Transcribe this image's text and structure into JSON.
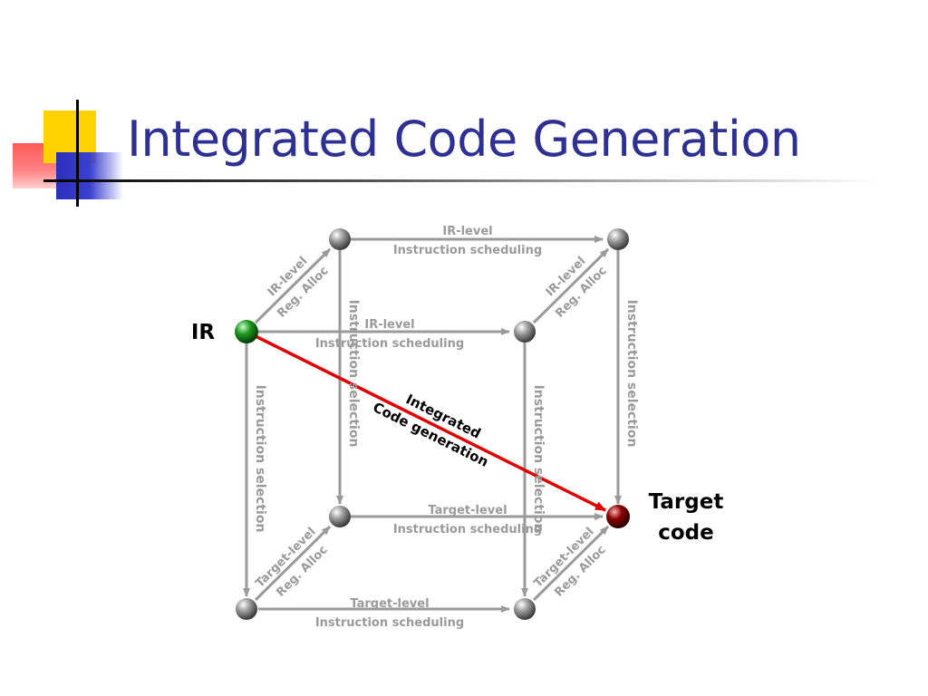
{
  "slide": {
    "title": "Integrated Code Generation"
  },
  "diagram": {
    "ir_label": "IR",
    "target_label_line1": "Target",
    "target_label_line2": "code",
    "top_back_line1": "IR-level",
    "top_back_line2": "Instruction scheduling",
    "top_front_line1": "IR-level",
    "top_front_line2": "Instruction scheduling",
    "bottom_back_line1": "Target-level",
    "bottom_back_line2": "Instruction scheduling",
    "bottom_front_line1": "Target-level",
    "bottom_front_line2": "Instruction scheduling",
    "diag_top_left_line1": "IR-level",
    "diag_top_left_line2": "Reg. Alloc",
    "diag_top_right_line1": "IR-level",
    "diag_top_right_line2": "Reg. Alloc",
    "diag_bottom_left_line1": "Target-level",
    "diag_bottom_left_line2": "Reg. Alloc",
    "diag_bottom_right_line1": "Target-level",
    "diag_bottom_right_line2": "Reg. Alloc",
    "vertical_front_left": "Instruction selection",
    "vertical_back_left": "Instruction selection",
    "vertical_front_right": "Instruction selection",
    "vertical_back_right": "Instruction selection",
    "integrated_line1": "Integrated",
    "integrated_line2": "Code generation",
    "colors": {
      "title": "#2e3192",
      "edge": "#9a9a9a",
      "integrated_arrow": "#e00000",
      "ir_node": "#1e9a1e",
      "target_node": "#8b0000",
      "gray_node": "#8a8a8a"
    }
  }
}
